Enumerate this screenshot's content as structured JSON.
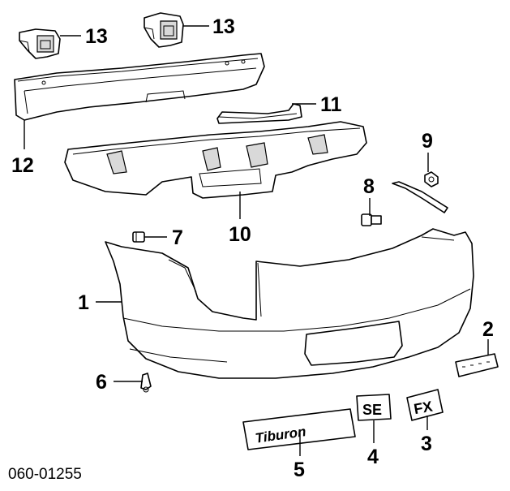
{
  "diagram": {
    "reference_number": "060-01255",
    "callouts": [
      "1",
      "2",
      "3",
      "4",
      "5",
      "6",
      "7",
      "8",
      "9",
      "10",
      "11",
      "12",
      "13",
      "13"
    ],
    "emblems": {
      "tiburon": "Tiburon",
      "se": "SE",
      "fx": "FX"
    }
  }
}
